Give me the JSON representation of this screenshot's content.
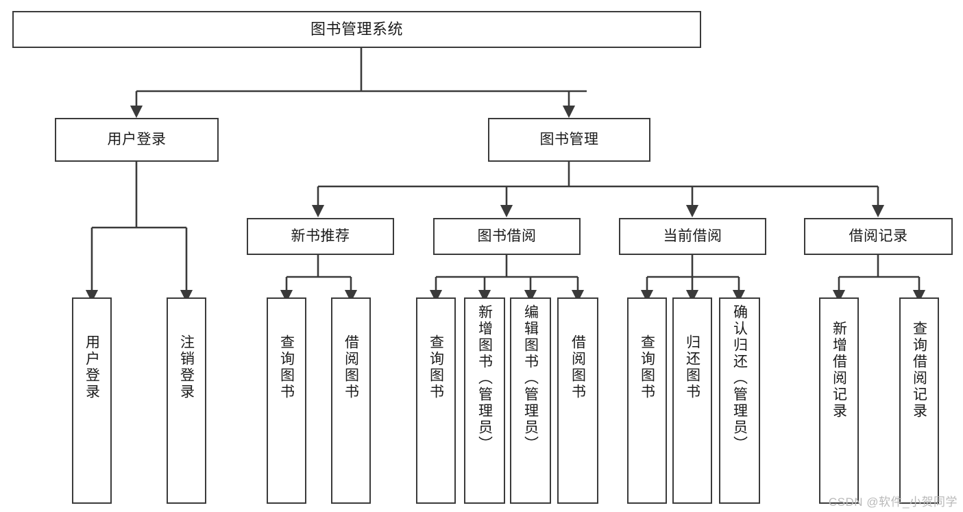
{
  "diagram": {
    "title": "图书管理系统",
    "type": "tree",
    "root": {
      "label": "图书管理系统"
    },
    "level2": [
      {
        "label": "用户登录"
      },
      {
        "label": "图书管理"
      }
    ],
    "level3": [
      {
        "label": "新书推荐"
      },
      {
        "label": "图书借阅"
      },
      {
        "label": "当前借阅"
      },
      {
        "label": "借阅记录"
      }
    ],
    "leaves": {
      "user_login": [
        {
          "label": "用户登录"
        },
        {
          "label": "注销登录"
        }
      ],
      "new_book_recommend": [
        {
          "label": "查询图书"
        },
        {
          "label": "借阅图书"
        }
      ],
      "book_borrow": [
        {
          "label": "查询图书"
        },
        {
          "label": "新增图书（管理员）"
        },
        {
          "label": "编辑图书（管理员）"
        },
        {
          "label": "借阅图书"
        }
      ],
      "current_borrow": [
        {
          "label": "查询图书"
        },
        {
          "label": "归还图书"
        },
        {
          "label": "确认归还（管理员）"
        }
      ],
      "borrow_record": [
        {
          "label": "新增借阅记录"
        },
        {
          "label": "查询借阅记录"
        }
      ]
    }
  },
  "watermark": {
    "text": "CSDN @软件_小贺同学"
  },
  "colors": {
    "stroke": "#3a3a3a",
    "text": "#1a1a1a",
    "background": "#ffffff",
    "watermark": "#b9b9b9"
  }
}
